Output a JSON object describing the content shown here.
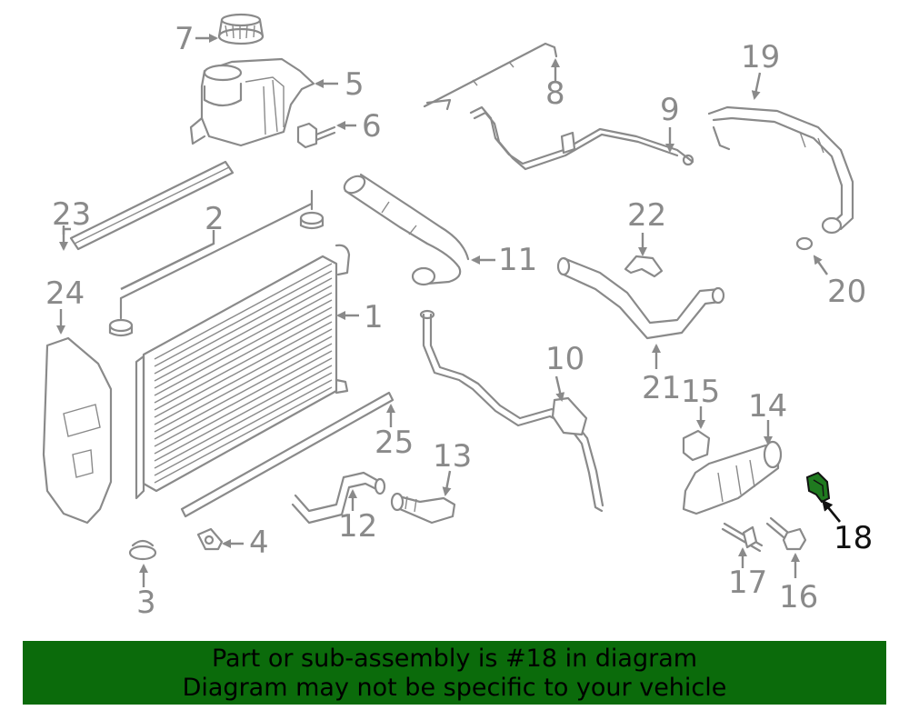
{
  "callouts": [
    "1",
    "2",
    "3",
    "4",
    "5",
    "6",
    "7",
    "8",
    "9",
    "10",
    "11",
    "12",
    "13",
    "14",
    "15",
    "16",
    "17",
    "18",
    "19",
    "20",
    "21",
    "22",
    "23",
    "24",
    "25"
  ],
  "highlighted_part": "18",
  "colors": {
    "line_art": "#8a8a8a",
    "highlight_part": "#1f7a1f",
    "banner_bg": "#0b6b0b",
    "banner_text": "#000000"
  },
  "banner": {
    "line1": "Part or sub-assembly is #18 in diagram",
    "line2": "Diagram may not be specific to your vehicle"
  }
}
